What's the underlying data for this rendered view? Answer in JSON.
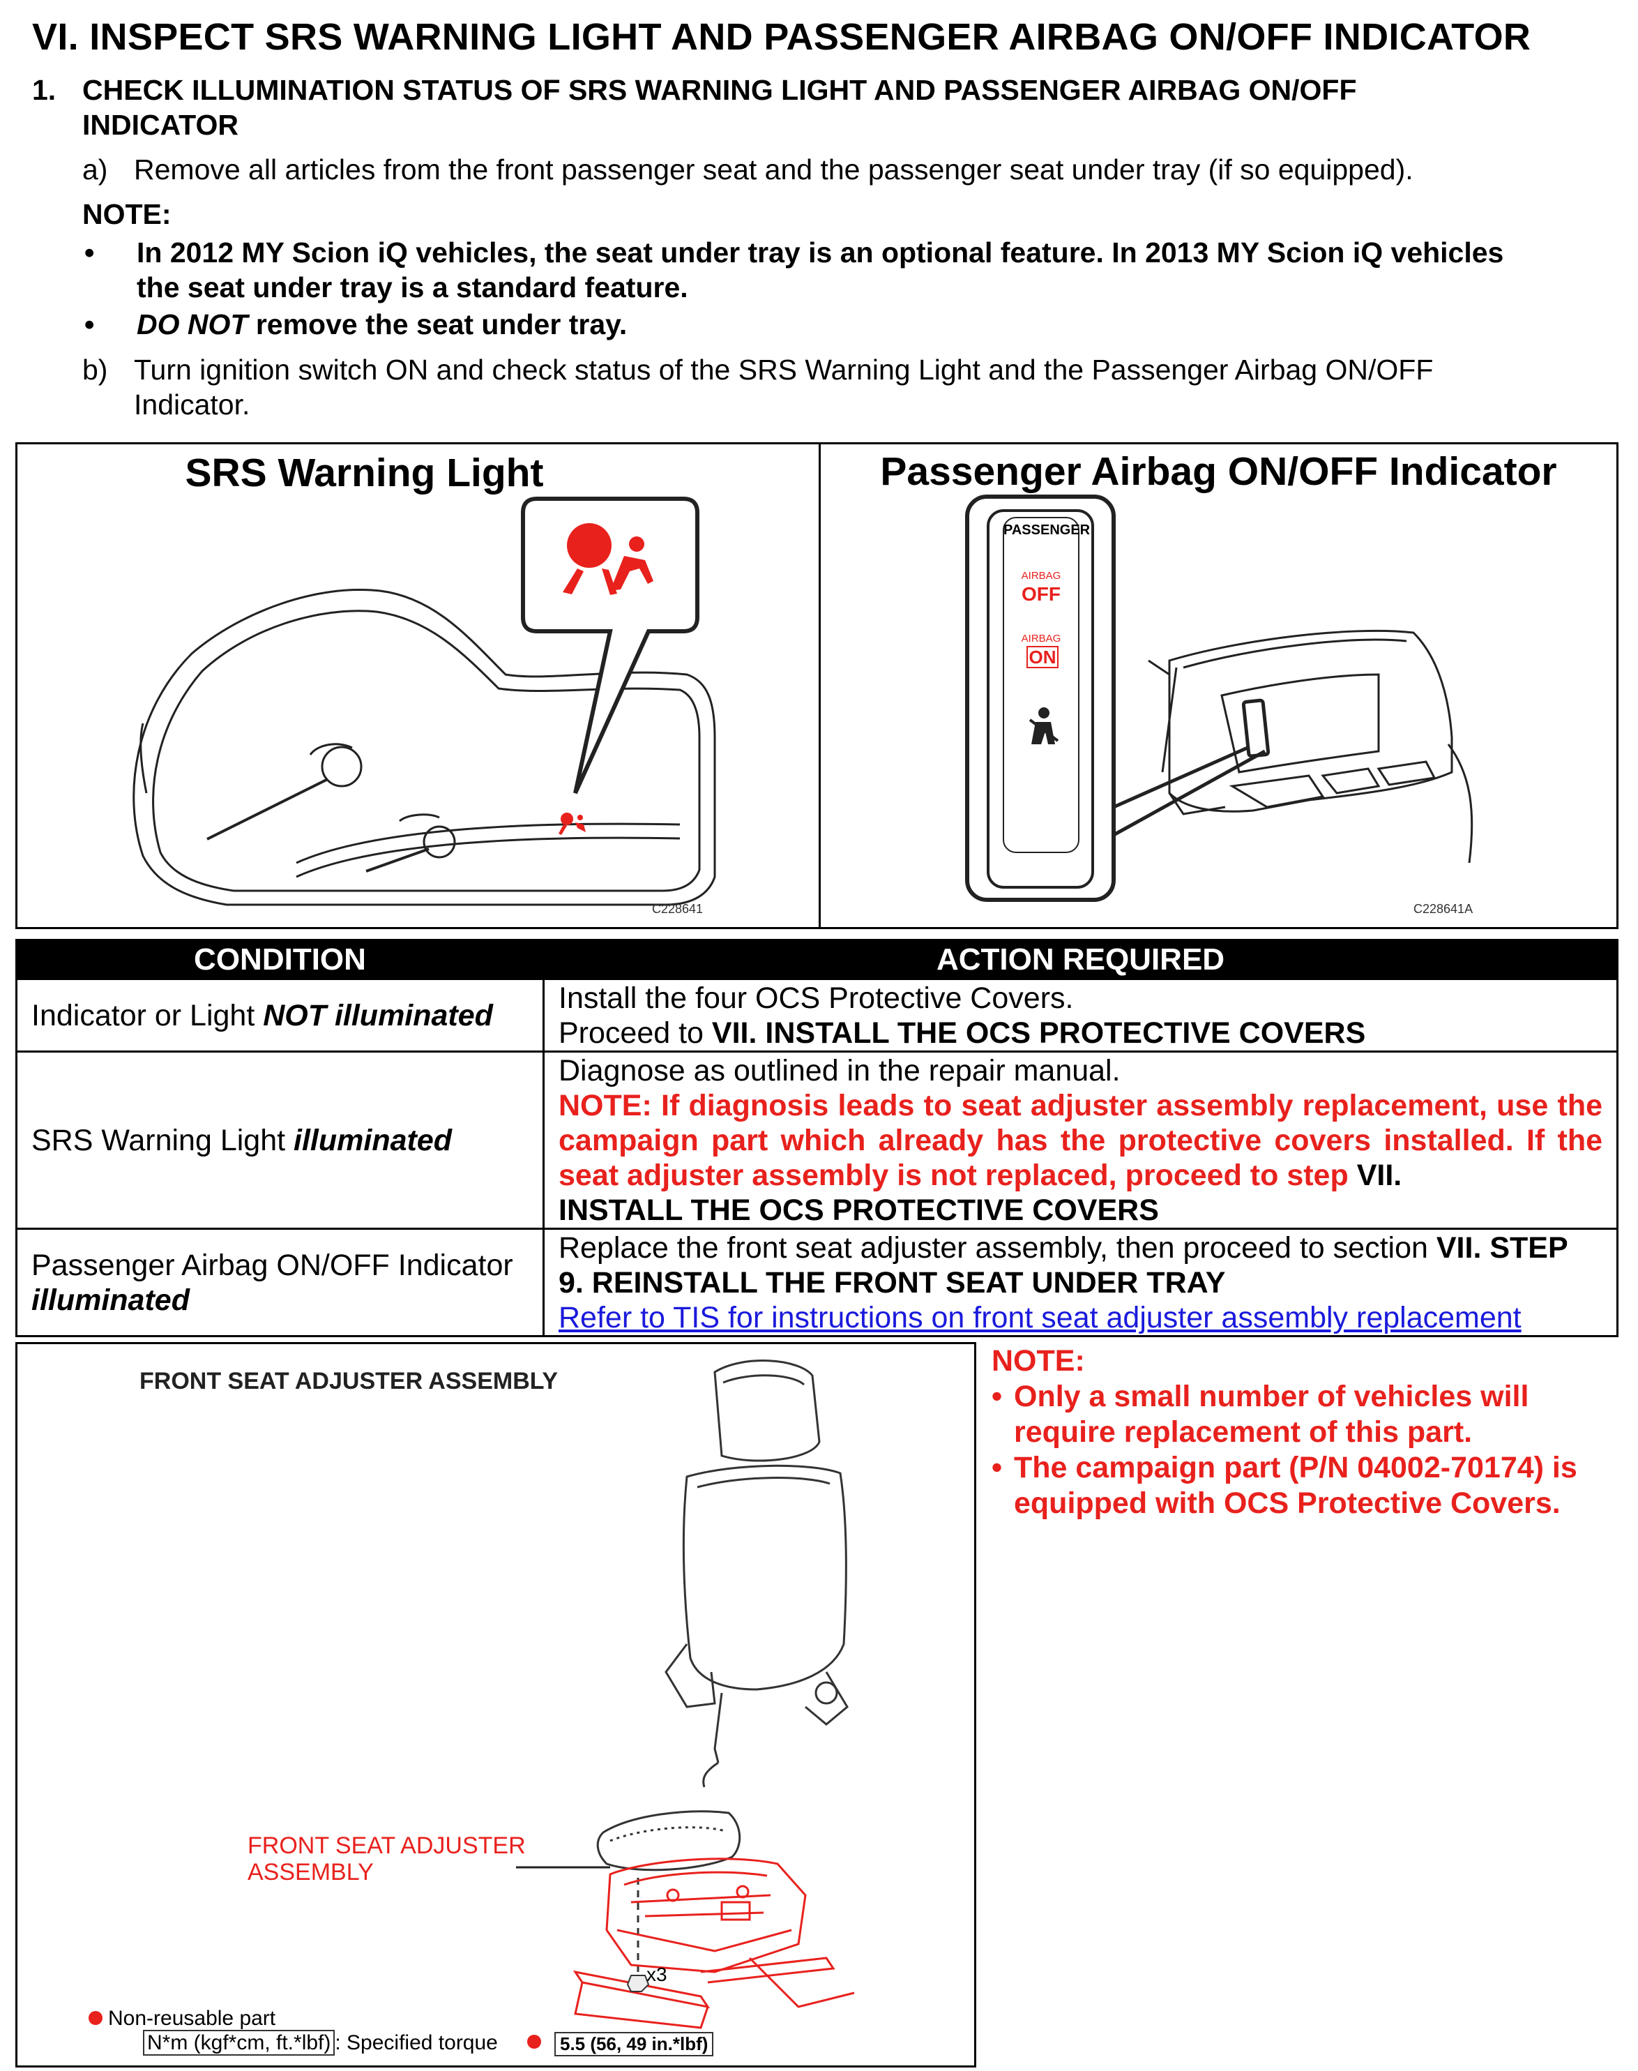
{
  "section_title": "VI.  INSPECT SRS WARNING LIGHT AND PASSENGER AIRBAG ON/OFF INDICATOR",
  "step": {
    "number": "1.",
    "line1": "CHECK ILLUMINATION STATUS OF SRS WARNING LIGHT AND PASSENGER AIRBAG ON/OFF",
    "line2": "INDICATOR"
  },
  "substep_a": {
    "label": "a)",
    "text": "Remove all articles from the front passenger seat and the passenger seat under tray (if so equipped)."
  },
  "note_label": "NOTE:",
  "bullets": {
    "b1_line1": "In 2012 MY Scion iQ vehicles, the seat under tray is an optional feature. In 2013 MY Scion iQ vehicles",
    "b1_line2": "the seat under tray is a standard feature.",
    "b2_emph": "DO NOT",
    "b2_rest": " remove the seat under tray.",
    "symbol": "•"
  },
  "substep_b": {
    "label": "b)",
    "line1": "Turn ignition switch ON and check status of the SRS Warning Light and the Passenger Airbag ON/OFF",
    "line2": "Indicator."
  },
  "figure": {
    "left_title": "SRS Warning Light",
    "left_code": "C228641",
    "right_title": "Passenger Airbag ON/OFF Indicator",
    "right_code": "C228641A",
    "panel_label_passenger": "PASSENGER",
    "panel_airbag_small": "AIRBAG",
    "panel_off": "OFF",
    "panel_on": "ON"
  },
  "table": {
    "headers": [
      "CONDITION",
      "ACTION REQUIRED"
    ],
    "r1": {
      "cond_plain": "Indicator or Light ",
      "cond_emph": "NOT illuminated",
      "a_line1": "Install the four OCS Protective Covers.",
      "a_line2_plain": "Proceed to ",
      "a_line2_bold": "VII. INSTALL THE OCS PROTECTIVE COVERS"
    },
    "r2": {
      "cond_plain": "SRS Warning Light ",
      "cond_emph": "illuminated",
      "a_line1": "Diagnose as outlined in the repair manual.",
      "a_note": "NOTE: If diagnosis leads to seat adjuster assembly replacement, use the campaign part which already has the protective covers installed. If the seat adjuster assembly is not replaced, proceed to step ",
      "a_note_black": "VII.",
      "a_last": "INSTALL THE OCS PROTECTIVE COVERS"
    },
    "r3": {
      "cond_line1": "Passenger Airbag ON/OFF Indicator",
      "cond_emph": "illuminated",
      "a_plain": "Replace the front seat adjuster assembly, then proceed to section ",
      "a_bold1": "VII. STEP",
      "a_bold2": "9. REINSTALL THE FRONT SEAT UNDER TRAY",
      "a_link": "Refer to TIS for instructions on front seat adjuster assembly replacement"
    }
  },
  "seat_figure": {
    "title": "FRONT SEAT ADJUSTER ASSEMBLY",
    "callout_line1": "FRONT SEAT ADJUSTER",
    "callout_line2": "ASSEMBLY",
    "qty": "x3",
    "legend_nonreusable": "Non-reusable part",
    "legend_torque_unit": "N*m (kgf*cm, ft.*lbf)",
    "legend_torque_text": ": Specified torque",
    "torque_value": "5.5 (56, 49 in.*lbf)"
  },
  "side_note": {
    "label": "NOTE:",
    "b1_line1": "Only a small number of vehicles will",
    "b1_line2": "require replacement of this part.",
    "b2_line1": "The campaign part (P/N 04002-70174) is",
    "b2_line2": "equipped with OCS Protective Covers."
  },
  "colors": {
    "accent_red": "#e8211d",
    "link_blue": "#1a1adc",
    "header_bg": "#000000"
  }
}
